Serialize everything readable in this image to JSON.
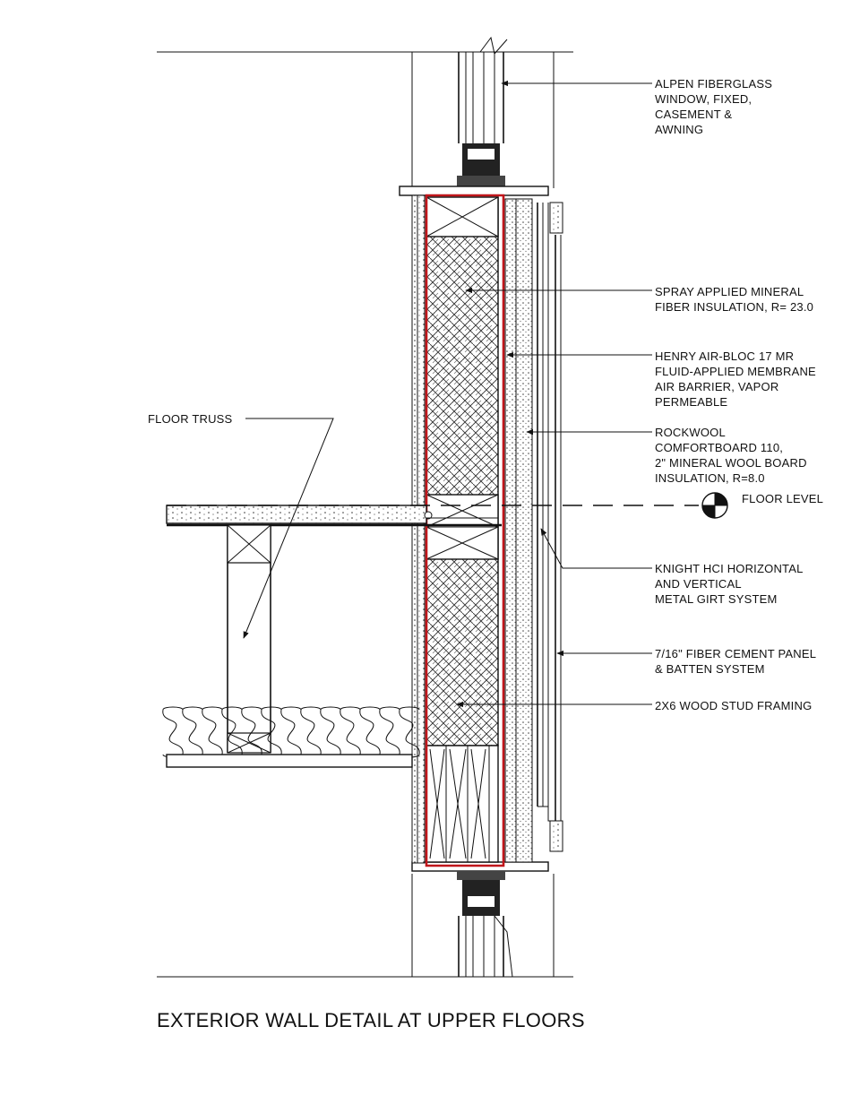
{
  "title": "EXTERIOR WALL DETAIL AT UPPER FLOORS",
  "labels": {
    "window": [
      "ALPEN FIBERGLASS",
      "WINDOW, FIXED,",
      "CASEMENT &",
      "AWNING"
    ],
    "spray_insulation": [
      "SPRAY APPLIED MINERAL",
      "FIBER INSULATION, R= 23.0"
    ],
    "air_barrier": [
      "HENRY AIR-BLOC 17 MR",
      "FLUID-APPLIED MEMBRANE",
      "AIR BARRIER, VAPOR",
      "PERMEABLE"
    ],
    "rockwool": [
      "ROCKWOOL",
      "COMFORTBOARD 110,",
      "2\" MINERAL WOOL BOARD",
      "INSULATION, R=8.0"
    ],
    "floor_level": "FLOOR LEVEL",
    "girt_system": [
      "KNIGHT HCI HORIZONTAL",
      "AND VERTICAL",
      "METAL GIRT SYSTEM"
    ],
    "fiber_cement": [
      "7/16\" FIBER CEMENT PANEL",
      "& BATTEN SYSTEM"
    ],
    "stud_framing": "2X6 WOOD STUD FRAMING",
    "floor_truss": "FLOOR TRUSS"
  },
  "colors": {
    "line": "#111111",
    "air_barrier": "#c0161b"
  }
}
